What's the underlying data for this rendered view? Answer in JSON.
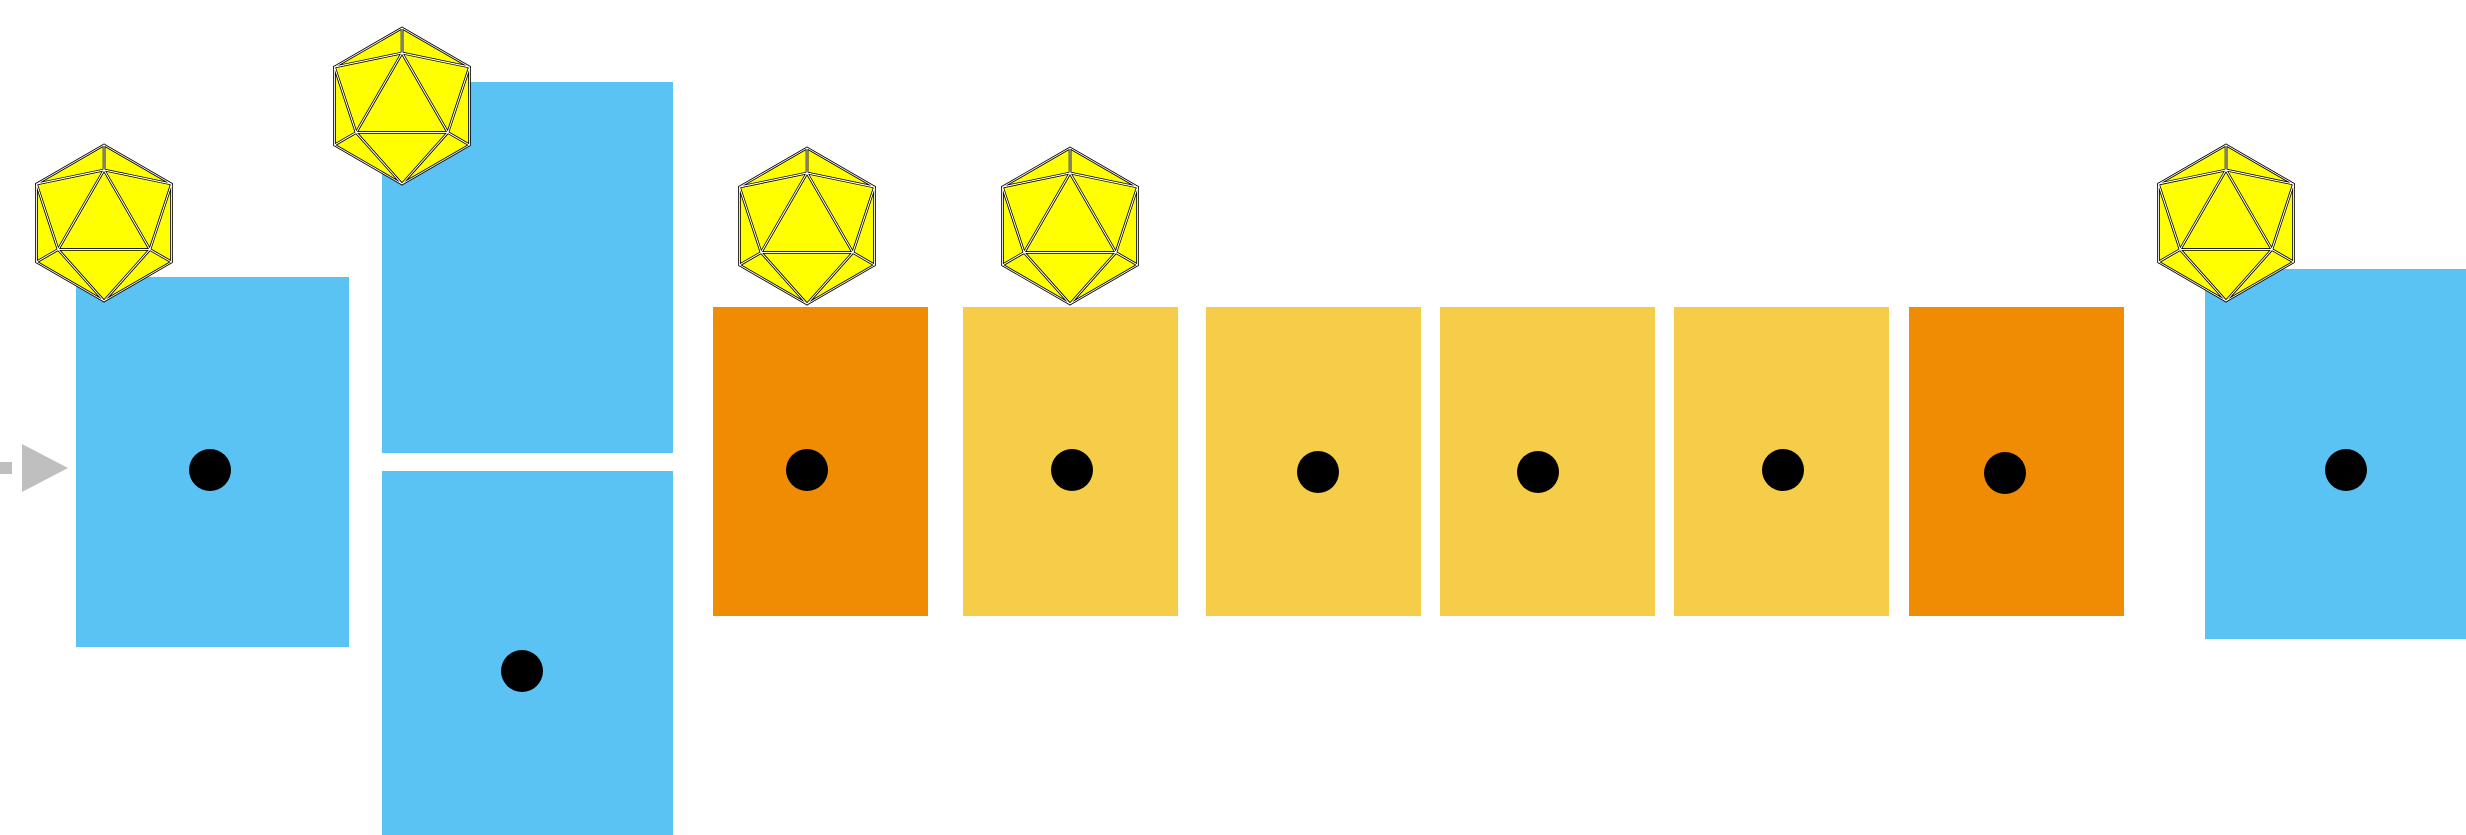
{
  "colors": {
    "background": "#ffffff",
    "blue_tile": "#5bc2f4",
    "orange_tile": "#ef8c04",
    "yellow_tile": "#f5cd48",
    "dot": "#000000",
    "icosahedron_fill": "#ffff00",
    "icosahedron_stroke": "#000000",
    "arrow": "#bfbfbf"
  },
  "icons": {
    "tile_marker": "black-dot",
    "piece": "yellow-icosahedron",
    "flow": "dashed-arrow-right"
  },
  "tiles": [
    {
      "id": "tile-1",
      "color": "blue",
      "has_dot": true,
      "has_icosahedron": true
    },
    {
      "id": "tile-2-upper",
      "color": "blue",
      "has_dot": false,
      "has_icosahedron": true
    },
    {
      "id": "tile-2-lower",
      "color": "blue",
      "has_dot": true,
      "has_icosahedron": false
    },
    {
      "id": "tile-3",
      "color": "orange",
      "has_dot": true,
      "has_icosahedron": true
    },
    {
      "id": "tile-4",
      "color": "yellow",
      "has_dot": true,
      "has_icosahedron": true
    },
    {
      "id": "tile-5",
      "color": "yellow",
      "has_dot": true,
      "has_icosahedron": false
    },
    {
      "id": "tile-6",
      "color": "yellow",
      "has_dot": true,
      "has_icosahedron": false
    },
    {
      "id": "tile-7",
      "color": "yellow",
      "has_dot": true,
      "has_icosahedron": false
    },
    {
      "id": "tile-8",
      "color": "orange",
      "has_dot": true,
      "has_icosahedron": false
    },
    {
      "id": "tile-9",
      "color": "blue",
      "has_dot": true,
      "has_icosahedron": true
    }
  ]
}
